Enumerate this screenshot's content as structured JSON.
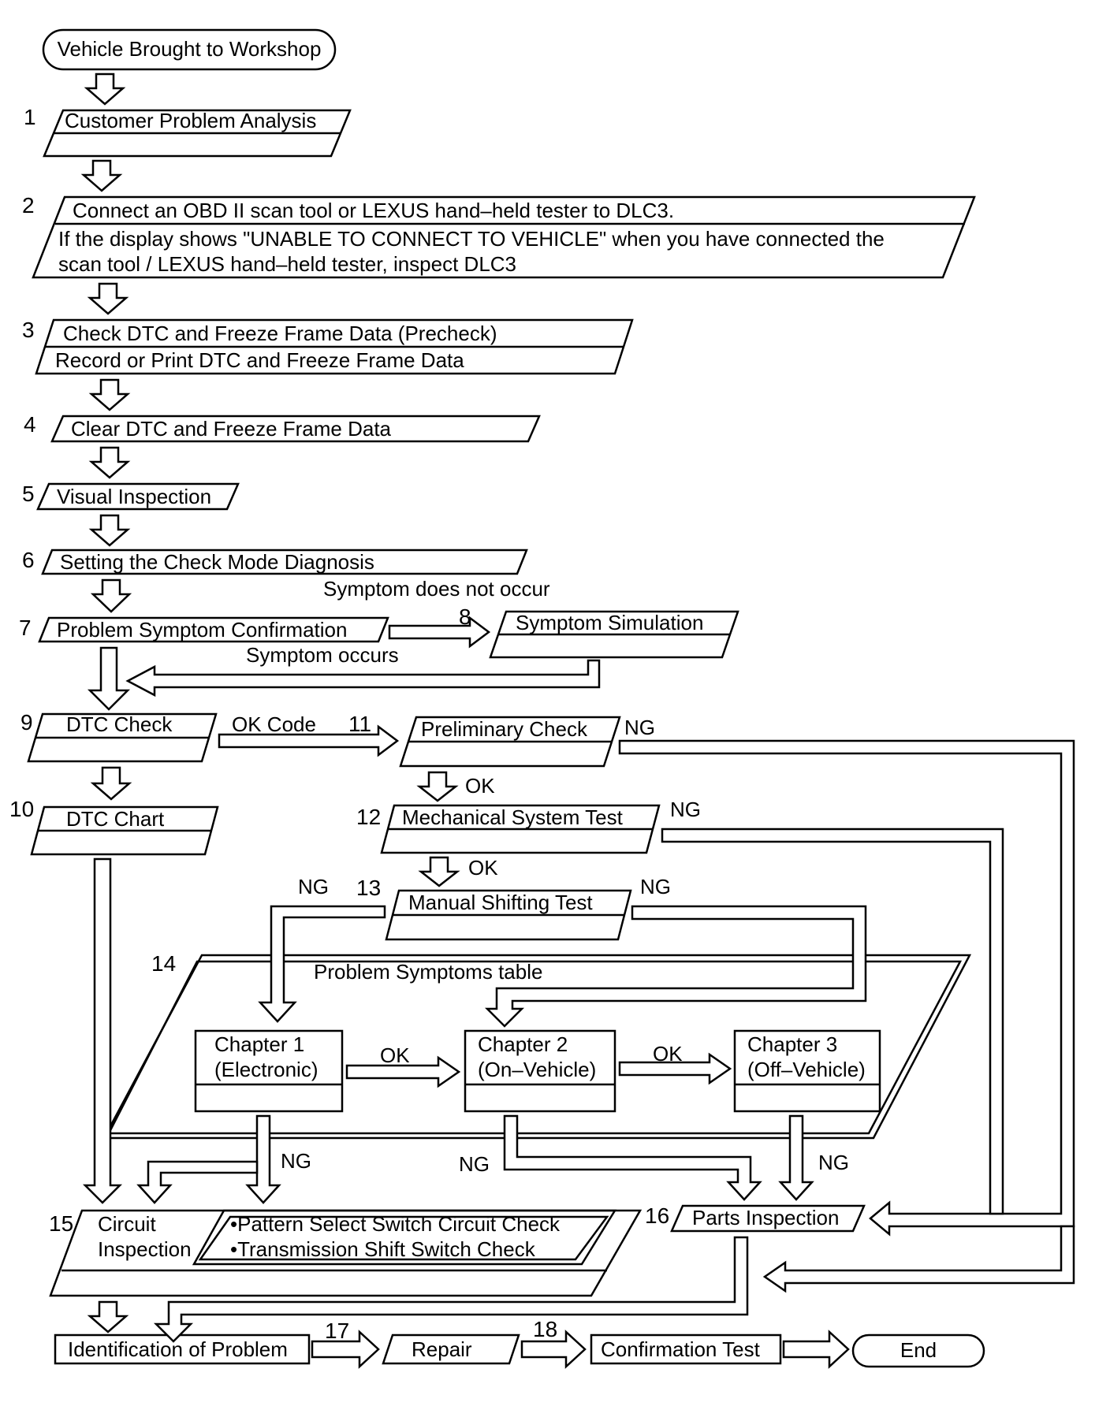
{
  "diagram": {
    "start": "Vehicle Brought to Workshop",
    "end": "End",
    "steps": {
      "s1": {
        "num": "1",
        "label": "Customer Problem Analysis"
      },
      "s2": {
        "num": "2",
        "line1": "Connect an OBD II scan tool or LEXUS hand–held tester to DLC3.",
        "line2": "If the display shows \"UNABLE TO CONNECT TO VEHICLE\" when you have connected the",
        "line3": "scan tool / LEXUS hand–held tester, inspect DLC3"
      },
      "s3": {
        "num": "3",
        "line1": "Check DTC and Freeze Frame Data (Precheck)",
        "line2": "Record or Print DTC and Freeze Frame Data"
      },
      "s4": {
        "num": "4",
        "label": "Clear DTC and Freeze Frame Data"
      },
      "s5": {
        "num": "5",
        "label": "Visual Inspection"
      },
      "s6": {
        "num": "6",
        "label": "Setting the Check Mode Diagnosis"
      },
      "s7": {
        "num": "7",
        "label": "Problem Symptom Confirmation"
      },
      "s8": {
        "num": "8",
        "label": "Symptom Simulation"
      },
      "s9": {
        "num": "9",
        "label": "DTC Check"
      },
      "s10": {
        "num": "10",
        "label": "DTC Chart"
      },
      "s11": {
        "num": "11",
        "label": "Preliminary Check"
      },
      "s12": {
        "num": "12",
        "label": "Mechanical System Test"
      },
      "s13": {
        "num": "13",
        "label": "Manual Shifting Test"
      },
      "s14": {
        "num": "14",
        "label": "Problem Symptoms table"
      },
      "s15": {
        "num": "15",
        "line1": "Circuit",
        "line2": "Inspection"
      },
      "s15b": {
        "line1": "•Pattern Select Switch Circuit Check",
        "line2": "•Transmission Shift Switch Check"
      },
      "s16": {
        "num": "16",
        "label": "Parts Inspection"
      },
      "s17": {
        "num": "17",
        "label": "Repair"
      },
      "s18": {
        "num": "18",
        "label": "Confirmation Test"
      },
      "identify": {
        "label": "Identification of Problem"
      }
    },
    "chapters": [
      {
        "line1": "Chapter 1",
        "line2": "(Electronic)"
      },
      {
        "line1": "Chapter 2",
        "line2": "(On–Vehicle)"
      },
      {
        "line1": "Chapter 3",
        "line2": "(Off–Vehicle)"
      }
    ],
    "labels": {
      "symptom_not_occur": "Symptom does not occur",
      "symptom_occurs": "Symptom occurs",
      "ok_code": "OK Code",
      "ok": "OK",
      "ng": "NG"
    }
  }
}
